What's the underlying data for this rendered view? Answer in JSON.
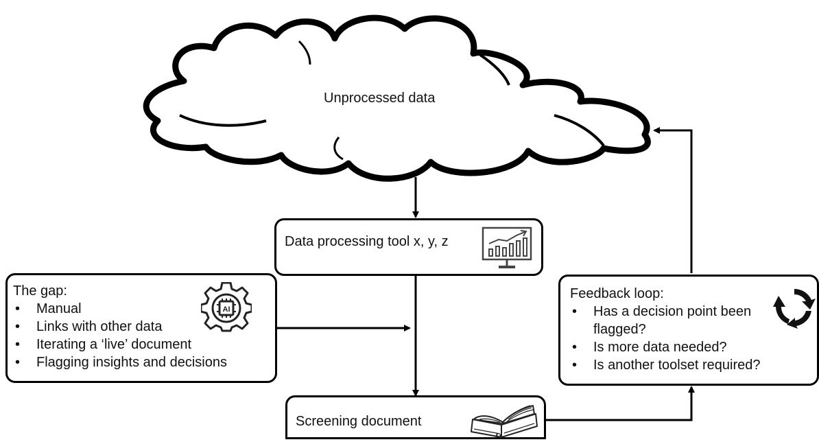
{
  "cloud": {
    "label": "Unprocessed data"
  },
  "tool_box": {
    "label": "Data processing tool x, y, z",
    "icon": "chart-monitor-icon"
  },
  "gap_box": {
    "title": "The gap:",
    "items": [
      "Manual",
      "Links with other data",
      "Iterating a ‘live’ document",
      "Flagging insights and decisions"
    ],
    "icon": "ai-gear-icon"
  },
  "feedback_box": {
    "title": "Feedback loop:",
    "items": [
      "Has a decision point been",
      "flagged?",
      "Is more data needed?",
      "Is another toolset required?"
    ],
    "icon": "cycle-arrows-icon"
  },
  "screening_box": {
    "label": "Screening document",
    "icon": "open-book-icon"
  }
}
